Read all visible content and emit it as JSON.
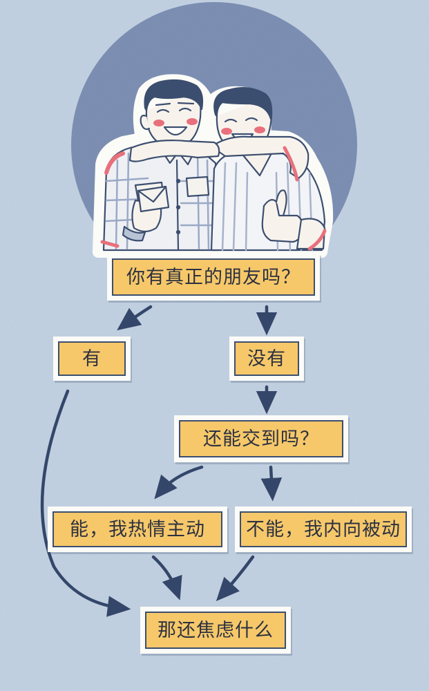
{
  "flowchart": {
    "question": "你有真正的朋友吗？",
    "answer_yes": "有",
    "answer_no": "没有",
    "follow_up": "还能交到吗？",
    "option_active": "能，我热情主动",
    "option_passive": "不能，我内向被动",
    "conclusion": "那还焦虑什么"
  },
  "colors": {
    "background": "#c4d3e3",
    "circle": "#7b8fb3",
    "box_fill": "#f6c86a",
    "outline": "#3c4e6f",
    "arrow": "#34476a",
    "skin": "#f7f3ec",
    "cheek": "#e8707c"
  },
  "icons": [
    "two-friends-illustration",
    "arrow-icon"
  ]
}
